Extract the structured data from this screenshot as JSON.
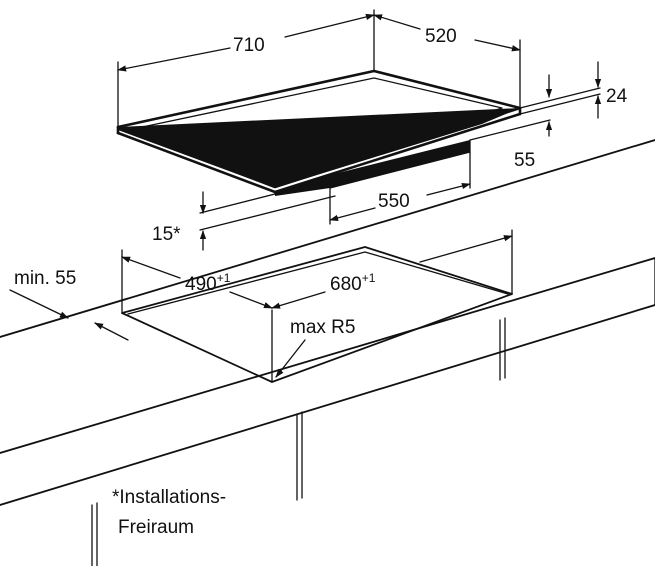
{
  "dimensions": {
    "width": "710",
    "depth": "520",
    "thickness": "24",
    "height": "55",
    "depth_inner": "550",
    "clearance": "15*",
    "min_edge": "min. 55",
    "cutout_depth": "490",
    "cutout_depth_tol": "+1",
    "cutout_width": "680",
    "cutout_width_tol": "+1",
    "corner_radius": "max R5"
  },
  "footnote": {
    "line1": "*Installations-",
    "line2": "Freiraum"
  },
  "colors": {
    "ink": "#111111",
    "background": "#ffffff"
  }
}
